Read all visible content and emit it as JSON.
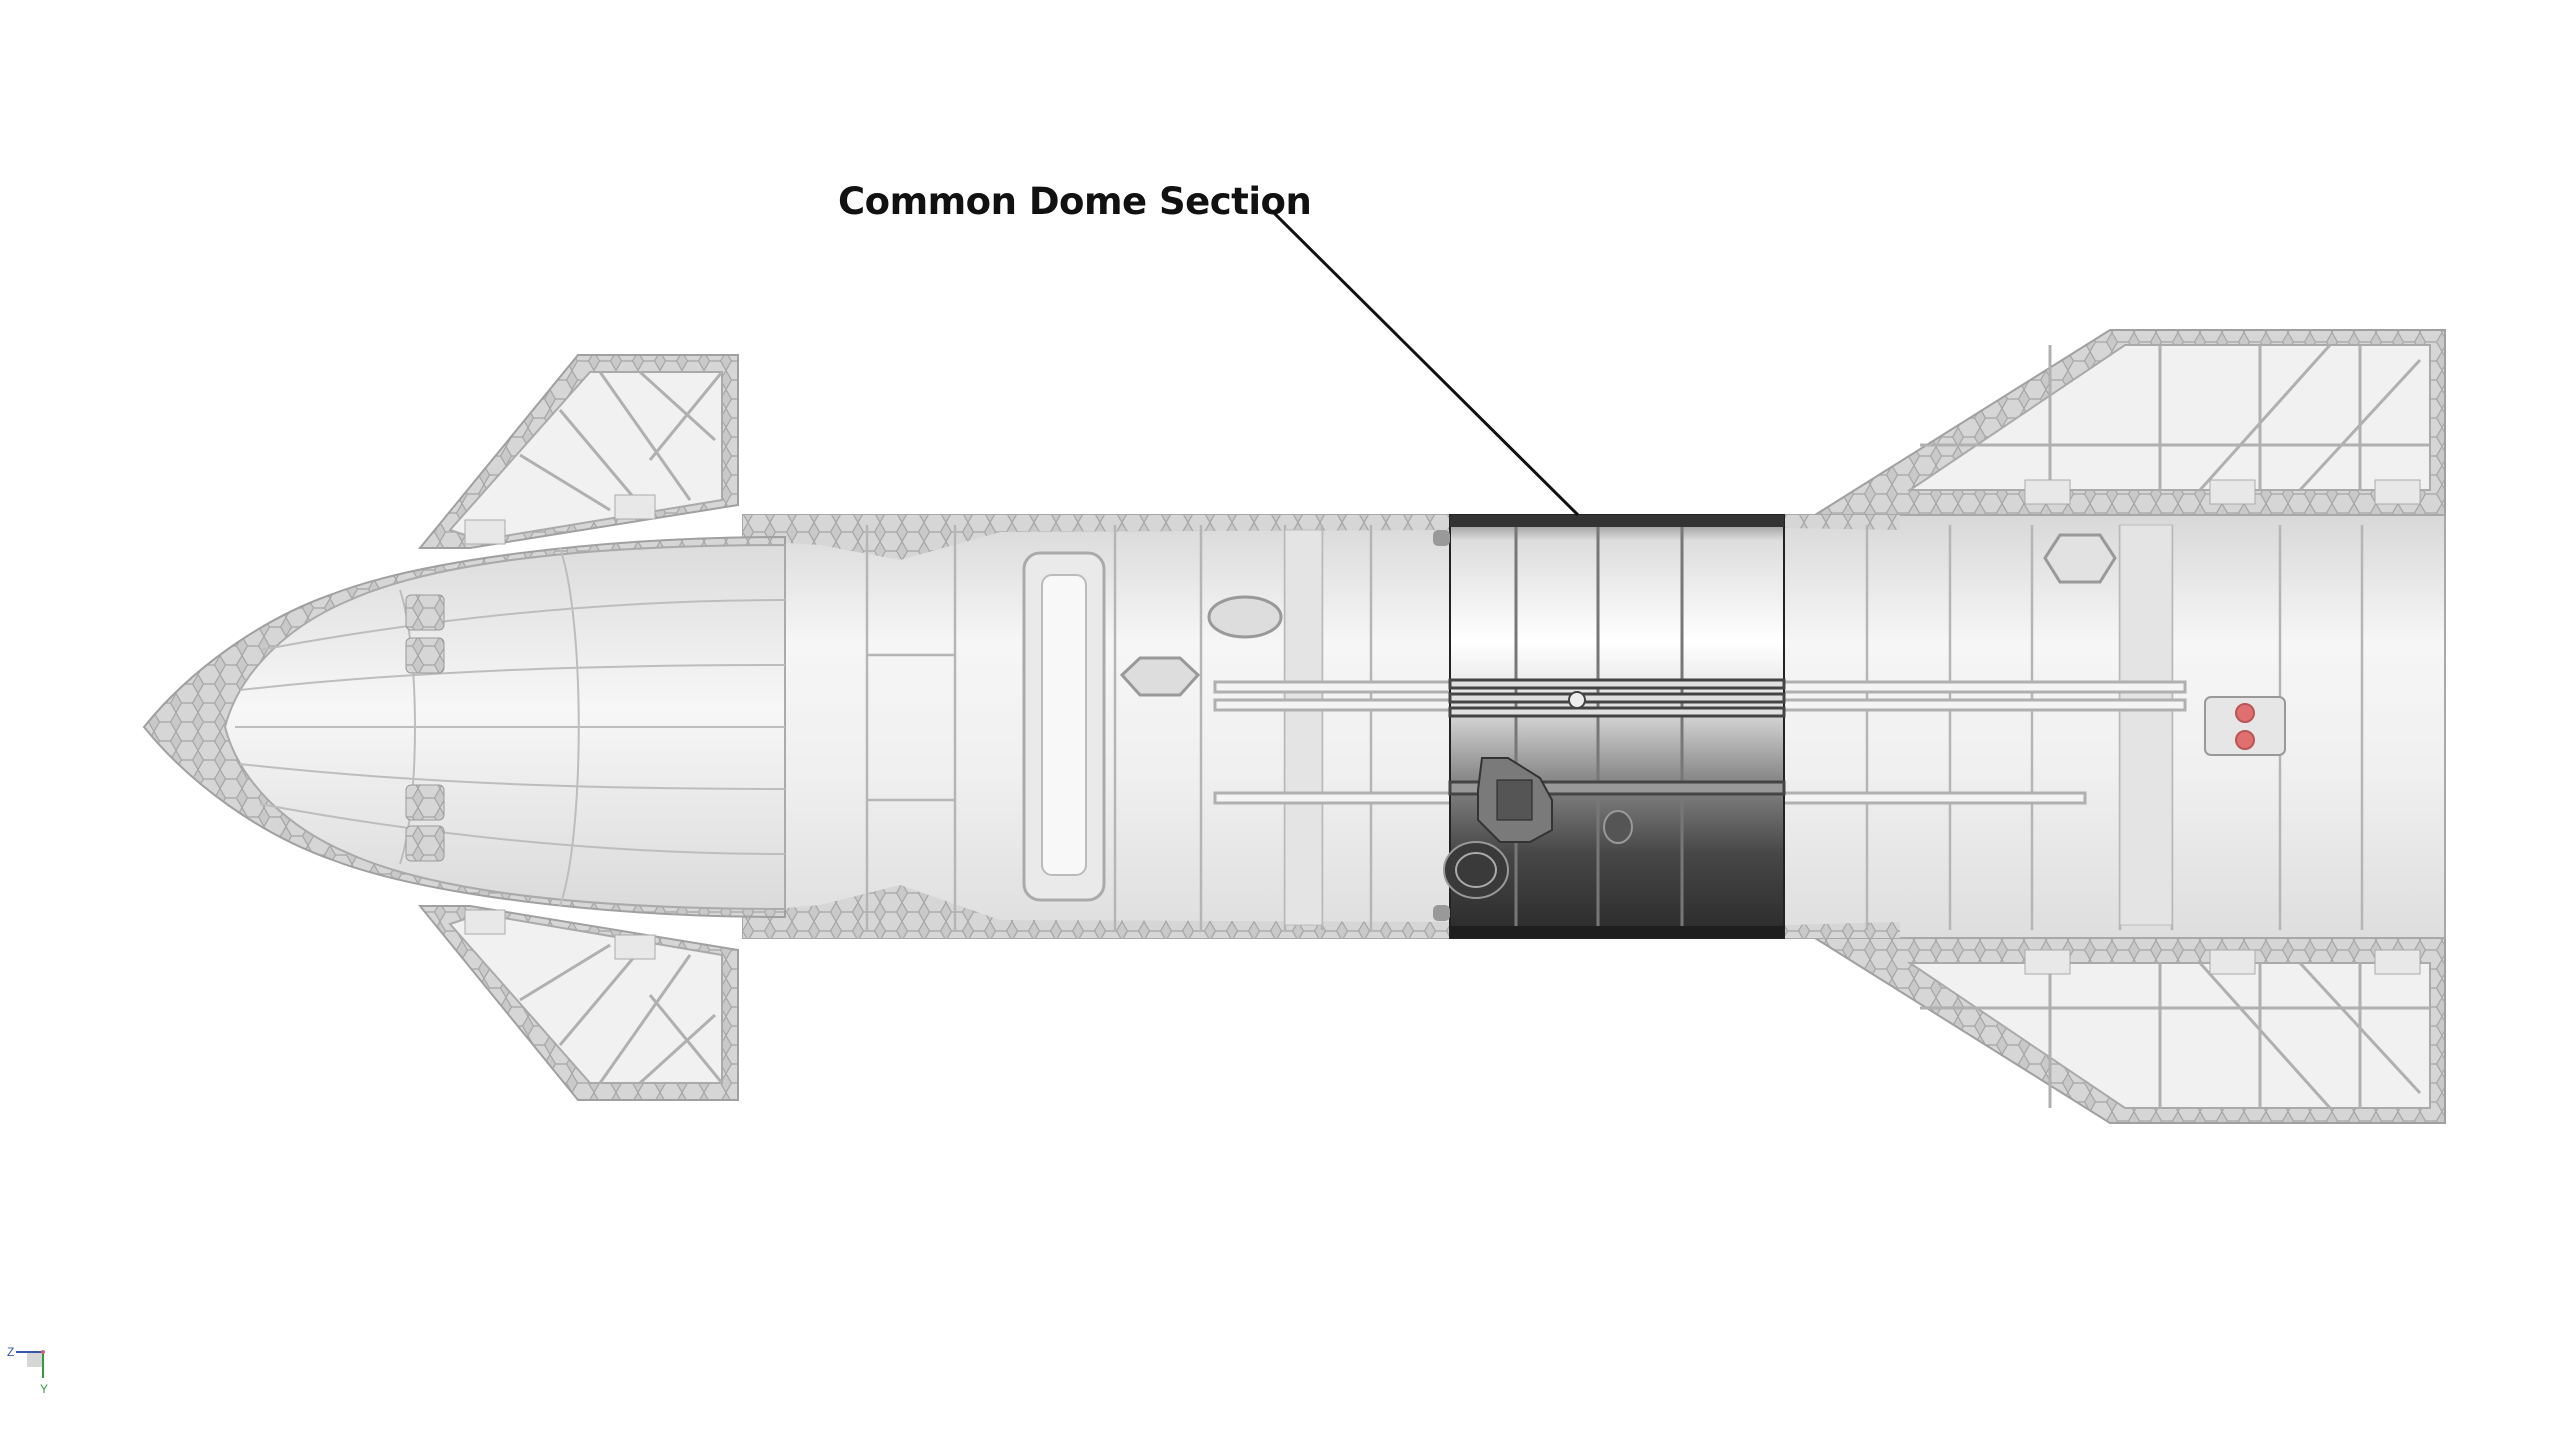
{
  "callout": {
    "label": "Common Dome Section"
  },
  "axis_triad": {
    "horizontal_label": "Z",
    "vertical_label": "Y"
  },
  "colors": {
    "background": "#ffffff",
    "hull": "#efefef",
    "hull_outline": "#a8a8a8",
    "tiles": "#c8c8c8",
    "highlight_dark": "#2c2c2c",
    "leader_line": "#111111",
    "valve_red": "#e07070"
  }
}
